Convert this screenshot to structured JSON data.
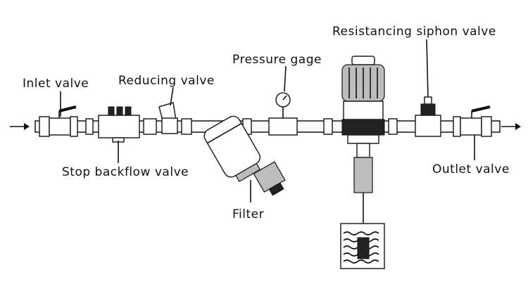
{
  "labels": {
    "inlet_valve": "Inlet valve",
    "reducing_valve": "Reducing valve",
    "pressure_gage": "Pressure gage",
    "resistancing_siphon_valve": "Resistancing siphon valve",
    "stop_backflow_valve": "Stop backflow valve",
    "filter": "Filter",
    "outlet_valve": "Outlet valve"
  },
  "colors": {
    "line": "#111111",
    "background": "#ffffff"
  }
}
